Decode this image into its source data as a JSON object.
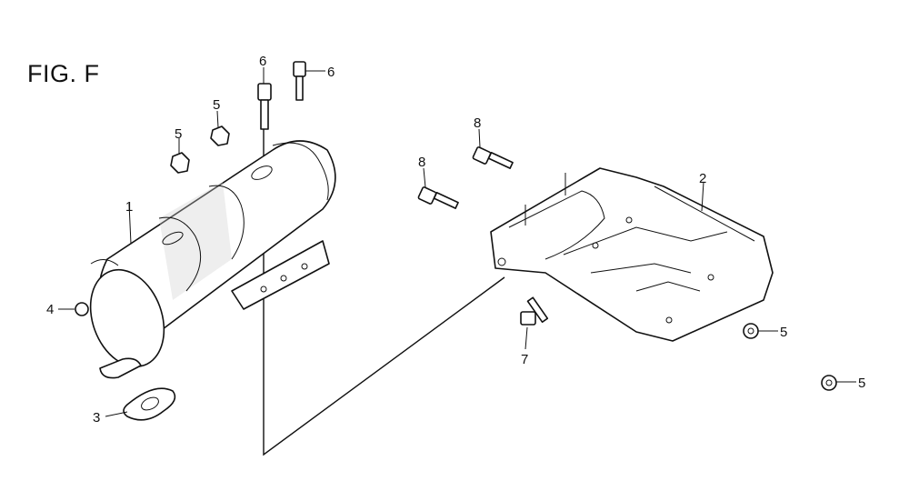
{
  "figure": {
    "title": "FIG. F"
  },
  "callouts": [
    {
      "id": "c1",
      "label": "1"
    },
    {
      "id": "c2",
      "label": "2"
    },
    {
      "id": "c3",
      "label": "3"
    },
    {
      "id": "c4",
      "label": "4"
    },
    {
      "id": "c5a",
      "label": "5"
    },
    {
      "id": "c5b",
      "label": "5"
    },
    {
      "id": "c5c",
      "label": "5"
    },
    {
      "id": "c5d",
      "label": "5"
    },
    {
      "id": "c6a",
      "label": "6"
    },
    {
      "id": "c6b",
      "label": "6"
    },
    {
      "id": "c7",
      "label": "7"
    },
    {
      "id": "c8a",
      "label": "8"
    },
    {
      "id": "c8b",
      "label": "8"
    }
  ]
}
